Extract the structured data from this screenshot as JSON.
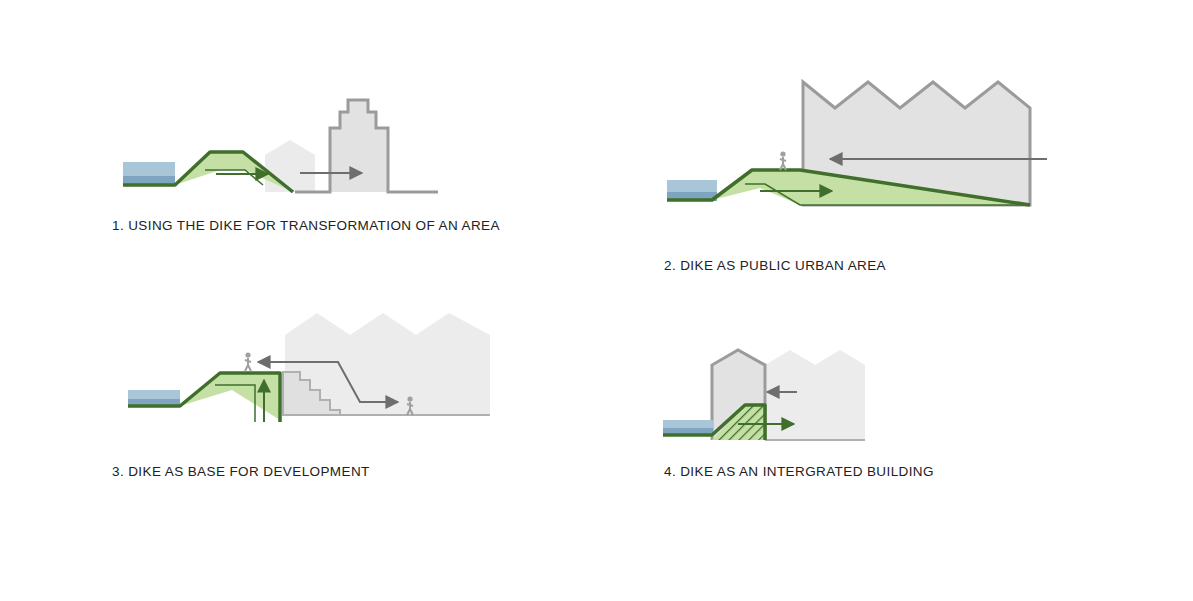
{
  "diagram": {
    "labels": [
      "1. USING THE DIKE FOR TRANSFORMATION OF AN AREA",
      "2. DIKE AS PUBLIC URBAN AREA",
      "3. DIKE AS BASE FOR DEVELOPMENT",
      "4. DIKE AS AN INTERGRATED BUILDING"
    ]
  }
}
